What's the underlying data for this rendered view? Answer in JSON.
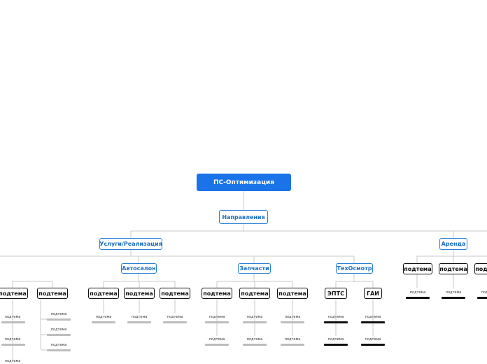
{
  "root": "ПС-Оптимизация",
  "level1": "Направления",
  "branches": {
    "uslugi": "Услуги/Реализация",
    "arenda": "Аренда"
  },
  "sub": {
    "avtosalon": "Автосалон",
    "zapchasti": "Запчасти",
    "tehosmotr": "ТехОсмотр",
    "epts": "ЭПТС",
    "gai": "ГАИ"
  },
  "subtopic": "подтема",
  "colors": {
    "accent": "#1a73e8",
    "line": "#cccccc"
  }
}
